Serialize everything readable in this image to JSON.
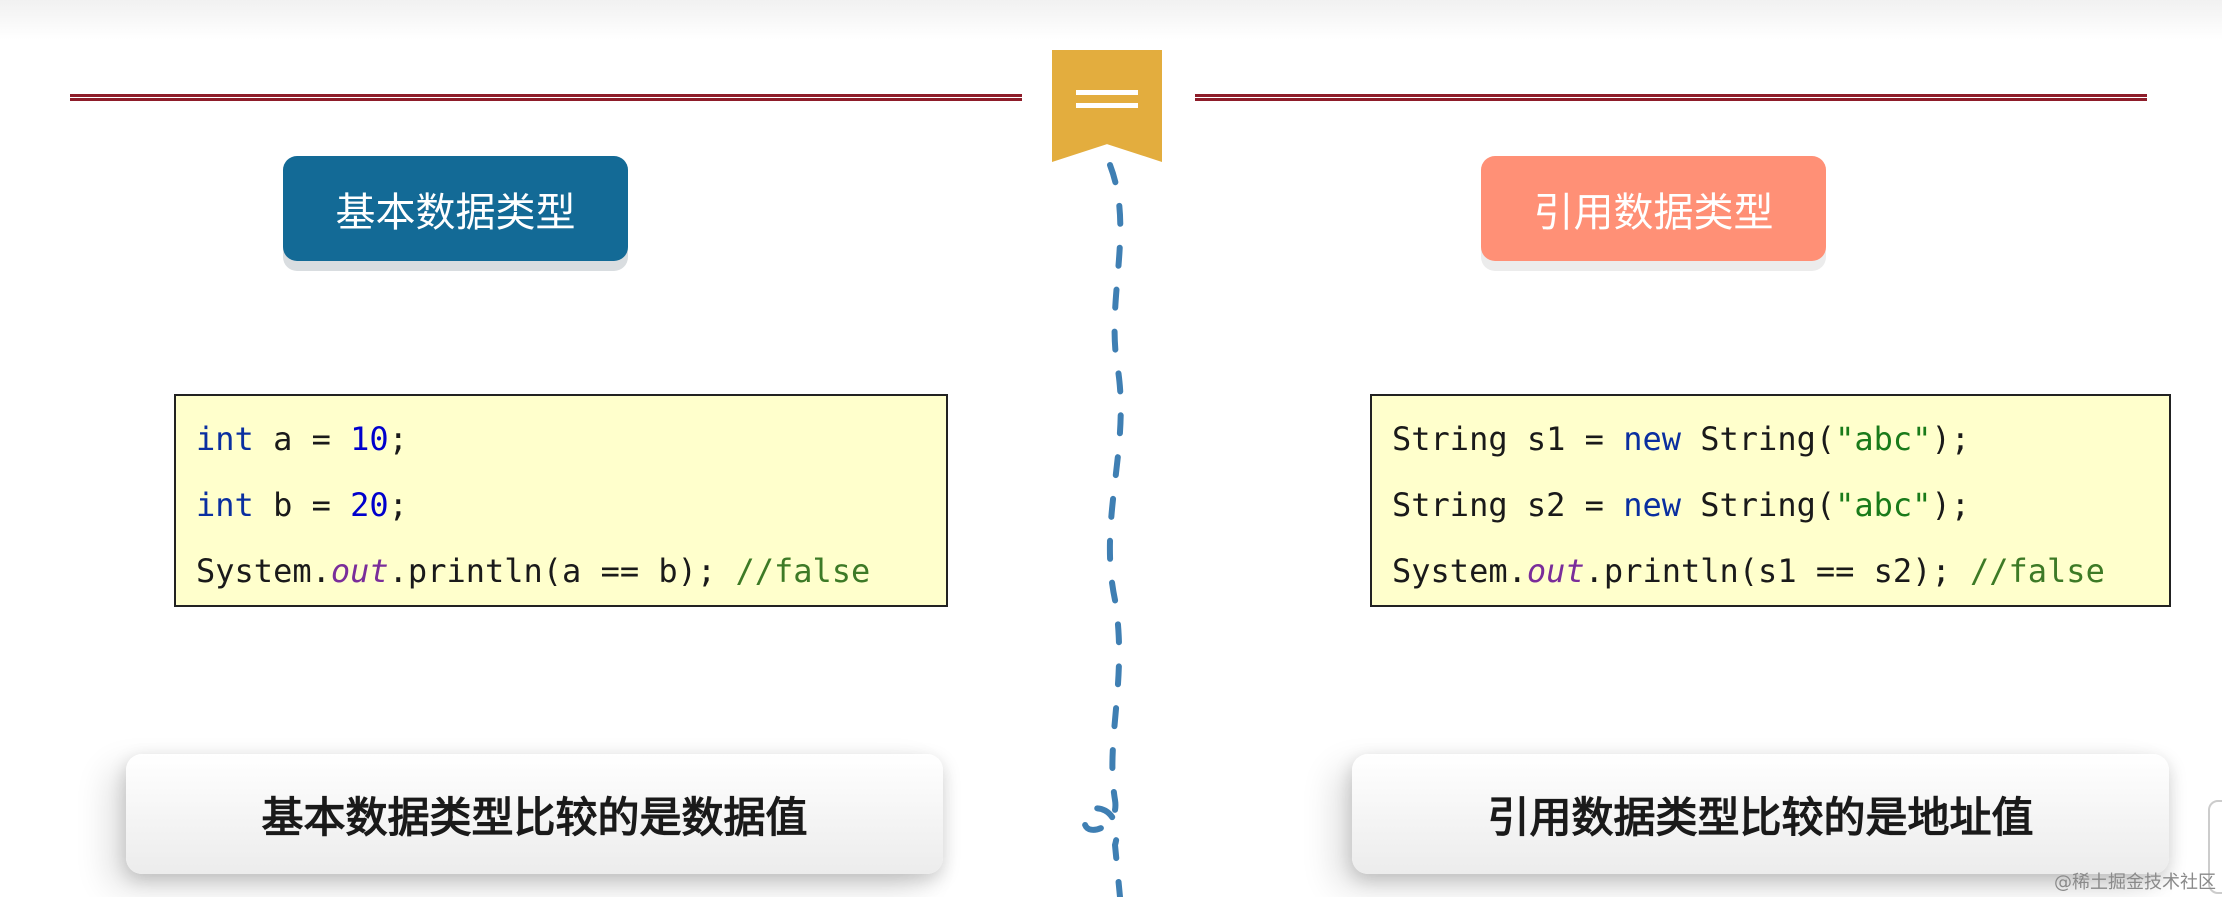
{
  "left": {
    "heading": "基本数据类型",
    "code": {
      "line1": {
        "kw": "int",
        "mid": " a = ",
        "num": "10",
        "end": ";"
      },
      "line2": {
        "kw": "int",
        "mid": " b = ",
        "num": "20",
        "end": ";"
      },
      "line3": {
        "pre": "System.",
        "field": "out",
        "post": ".println(a == b); ",
        "comment": "//false"
      }
    },
    "summary": "基本数据类型比较的是数据值"
  },
  "right": {
    "heading": "引用数据类型",
    "code": {
      "line1": {
        "pre": "String s1 = ",
        "kw": "new",
        "mid": " String(",
        "str": "\"abc\"",
        "end": ");"
      },
      "line2": {
        "pre": "String s2 = ",
        "kw": "new",
        "mid": " String(",
        "str": "\"abc\"",
        "end": ");"
      },
      "line3": {
        "pre": "System.",
        "field": "out",
        "post": ".println(s1 == s2); ",
        "comment": "//false"
      }
    },
    "summary": "引用数据类型比较的是地址值"
  },
  "watermark": "@稀土掘金技术社区",
  "colors": {
    "basic_pill": "#136a96",
    "ref_pill": "#ff9076",
    "rule": "#8e1d2a",
    "ribbon": "#e3ad3e",
    "dash_line": "#3f7fb3",
    "code_bg": "#ffffcc"
  },
  "icons": {
    "ribbon": "bookmark-ribbon-icon"
  }
}
